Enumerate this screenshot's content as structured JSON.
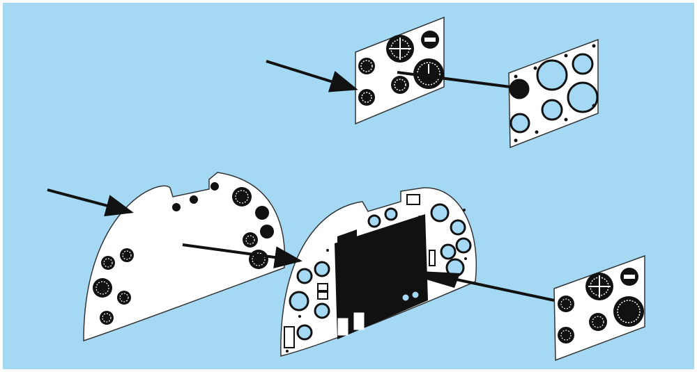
{
  "colors": {
    "background": "#a4d8f3",
    "frame": "#ffffff",
    "panel": "#ffffff",
    "ink": "#111111",
    "arrow": "#111111"
  },
  "parts": [
    {
      "name": "upper-instrument-panel-printed",
      "kind": "instrument-panel"
    },
    {
      "name": "upper-instrument-panel-etched",
      "kind": "instrument-panel"
    },
    {
      "name": "lower-instrument-panel-printed",
      "kind": "instrument-panel"
    },
    {
      "name": "lower-instrument-panel-etched",
      "kind": "instrument-panel"
    },
    {
      "name": "center-console-panel-printed",
      "kind": "instrument-panel"
    }
  ],
  "icons": [
    "gauge-icon",
    "arrow-icon"
  ]
}
